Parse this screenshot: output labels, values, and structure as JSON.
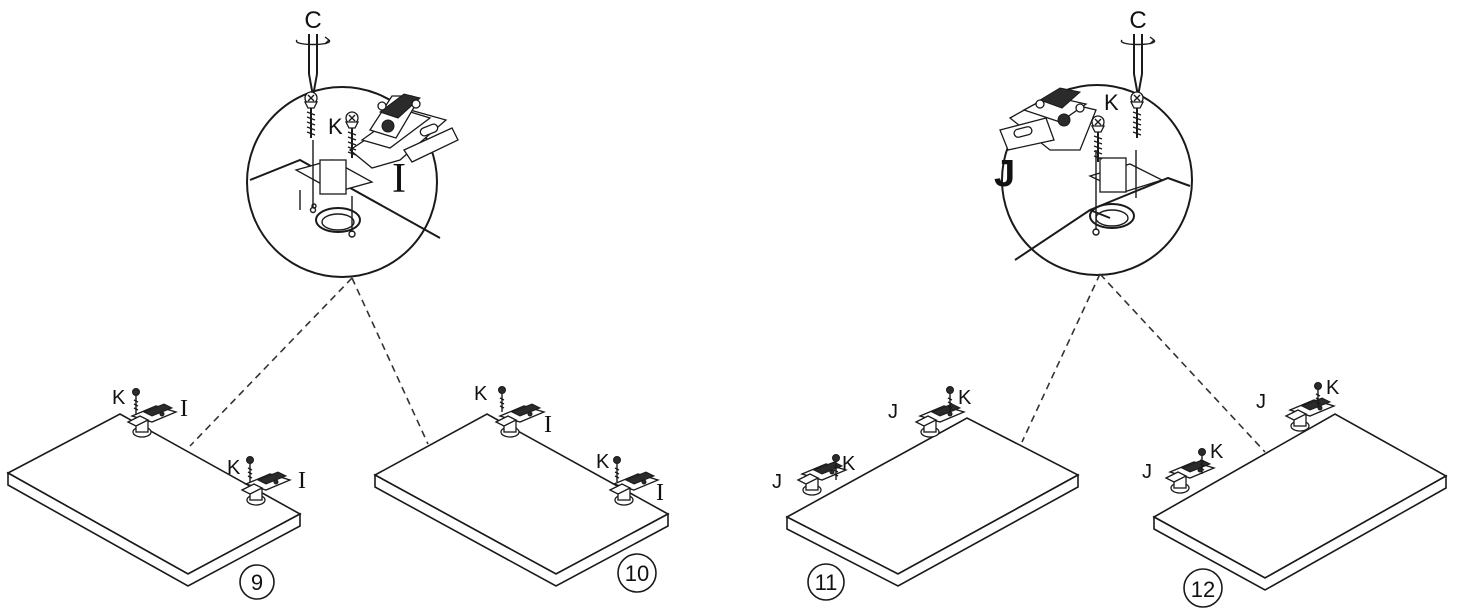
{
  "details": [
    {
      "tool": "C",
      "screw": "K",
      "hinge": "I"
    },
    {
      "tool": "C",
      "screw": "K",
      "hinge": "J"
    }
  ],
  "panels": [
    {
      "step": "9",
      "hinges": [
        {
          "screw": "K",
          "hinge": "I"
        },
        {
          "screw": "K",
          "hinge": "I"
        }
      ]
    },
    {
      "step": "10",
      "hinges": [
        {
          "screw": "K",
          "hinge": "I"
        },
        {
          "screw": "K",
          "hinge": "I"
        }
      ]
    },
    {
      "step": "11",
      "hinges": [
        {
          "screw": "K",
          "hinge": "J"
        },
        {
          "screw": "K",
          "hinge": "J"
        }
      ]
    },
    {
      "step": "12",
      "hinges": [
        {
          "screw": "K",
          "hinge": "J"
        },
        {
          "screw": "K",
          "hinge": "J"
        }
      ]
    }
  ]
}
